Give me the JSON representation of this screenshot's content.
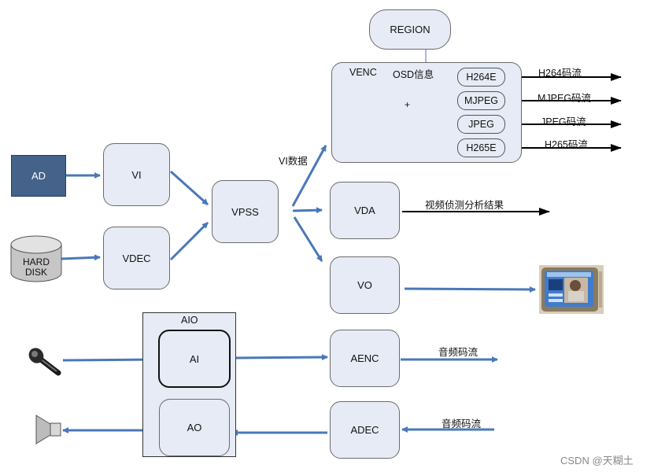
{
  "blocks": {
    "ad": "AD",
    "hard_disk": "HARD DISK",
    "vi": "VI",
    "vdec": "VDEC",
    "vpss": "VPSS",
    "region": "REGION",
    "venc": "VENC",
    "osd": "OSD信息",
    "plus": "+",
    "h264e": "H264E",
    "mjpeg": "MJPEG",
    "jpeg": "JPEG",
    "h265e": "H265E",
    "vda": "VDA",
    "vo": "VO",
    "aio": "AIO",
    "ai": "AI",
    "ao": "AO",
    "aenc": "AENC",
    "adec": "ADEC"
  },
  "labels": {
    "vi_data": "VI数据",
    "h264_stream": "H264码流",
    "mjpeg_stream": "MJPEG码流",
    "jpeg_stream": "JPEG码流",
    "h265_stream": "H265码流",
    "vda_result": "视频侦测分析结果",
    "aenc_stream": "音频码流",
    "adec_stream": "音频码流"
  },
  "watermark": "CSDN @天糊土",
  "colors": {
    "block_fill": "#e6ebf5",
    "arrow_blue": "#4a78b8",
    "ad_fill": "#44628a",
    "output_arrow": "#000000"
  },
  "icons": [
    "hard-disk-icon",
    "microphone-icon",
    "speaker-icon",
    "tv-monitor-icon"
  ]
}
